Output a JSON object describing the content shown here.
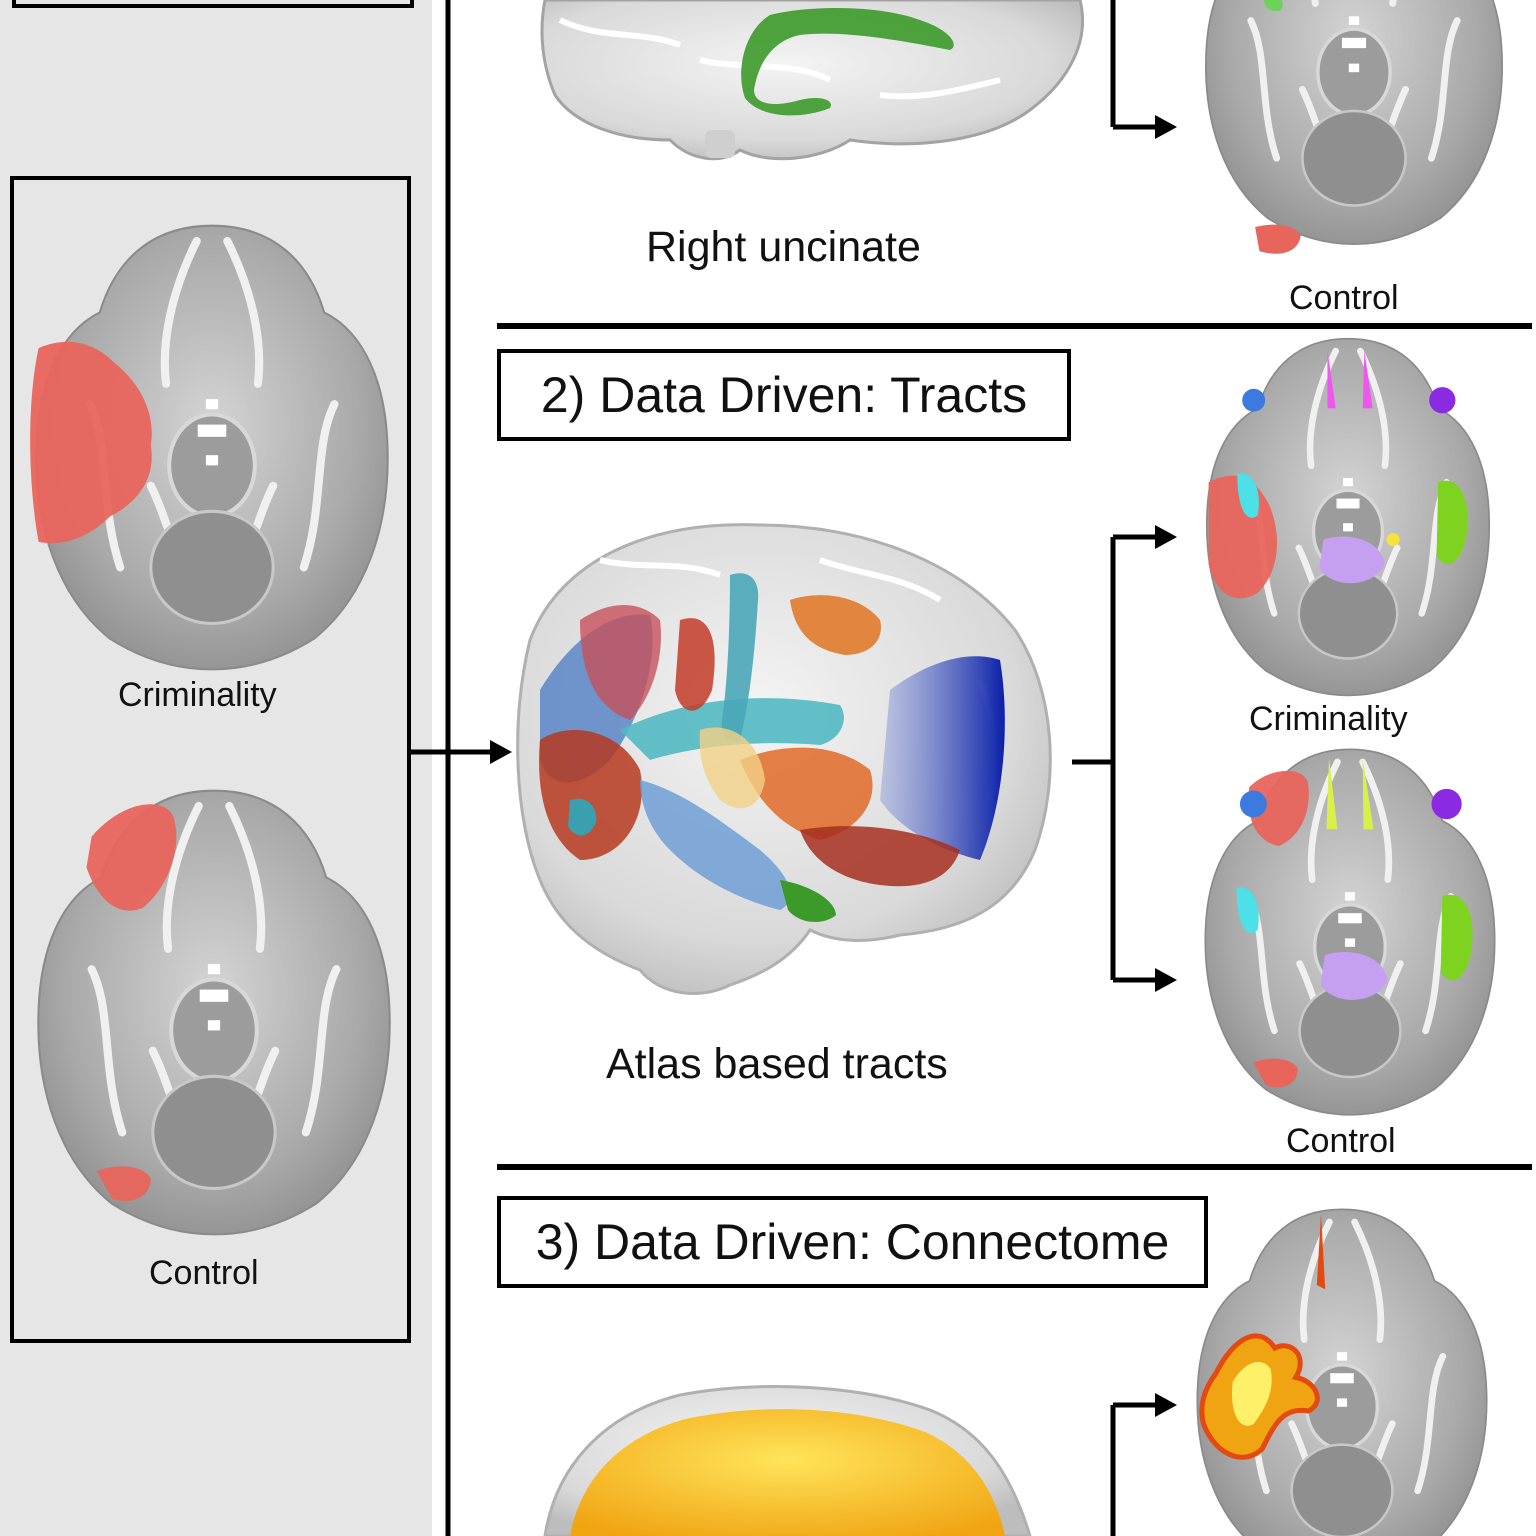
{
  "left_panel": {
    "top_label": "Criminality",
    "bottom_label": "Control"
  },
  "section1": {
    "tract_label": "Right uncinate",
    "scan_bottom_label": "Control"
  },
  "section2": {
    "title": "2) Data Driven: Tracts",
    "tract_label": "Atlas based tracts",
    "scan_top_label": "Criminality",
    "scan_bottom_label": "Control"
  },
  "section3": {
    "title": "3) Data Driven: Connectome"
  },
  "colors": {
    "lesion": "#e8655c",
    "panel_bg": "#e6e6e6",
    "uncinate": "#3c9a2a",
    "heat": "#f8c416"
  }
}
